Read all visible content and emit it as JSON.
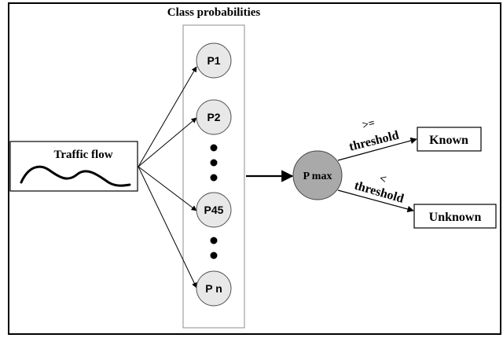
{
  "header": {
    "title": "Class probabilities"
  },
  "input": {
    "label": "Traffic flow"
  },
  "classes": [
    {
      "label": "P1"
    },
    {
      "label": "P2"
    },
    {
      "label": "P45"
    },
    {
      "label": "P n"
    }
  ],
  "pmax": {
    "label": "P max"
  },
  "known_branch": {
    "condition": ">=",
    "threshold": "threshold",
    "result": "Known"
  },
  "unknown_branch": {
    "condition": "<",
    "threshold": "threshold",
    "result": "Unknown"
  },
  "colors": {
    "circle_fill": "#e8e8e8",
    "pmax_fill": "#a9a9a9",
    "stroke": "#000000",
    "column_border": "#8c8c8c"
  }
}
